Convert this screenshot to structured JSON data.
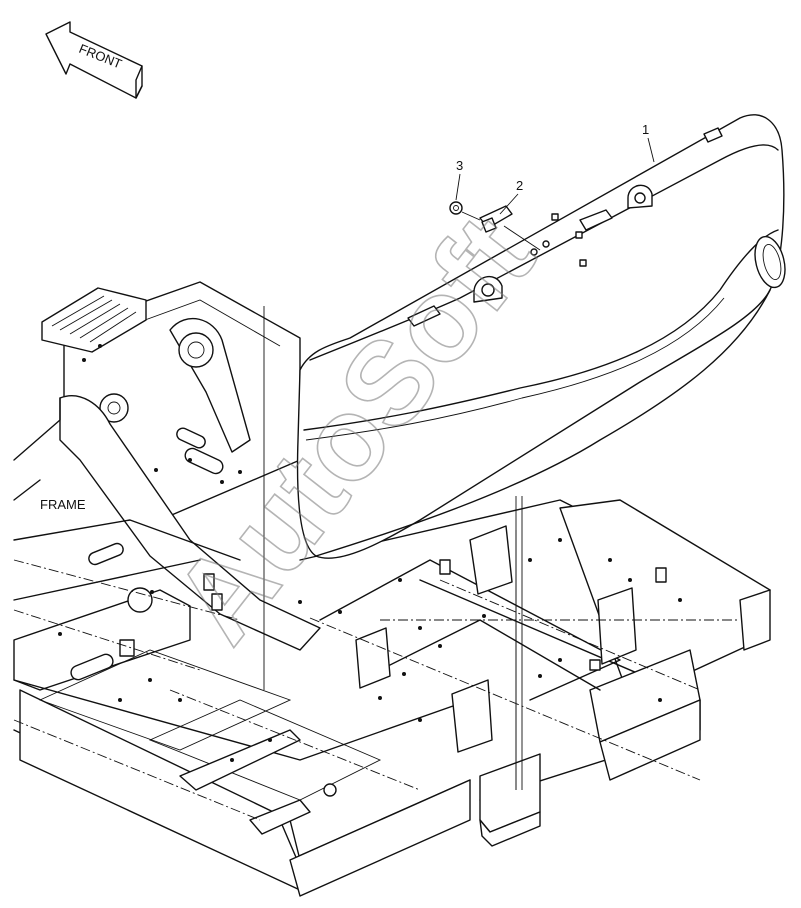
{
  "diagram": {
    "front_arrow_label": "FRONT",
    "frame_label": "FRAME",
    "callouts": [
      {
        "id": "1"
      },
      {
        "id": "2"
      },
      {
        "id": "3"
      }
    ],
    "watermark": "AutoSoft"
  }
}
